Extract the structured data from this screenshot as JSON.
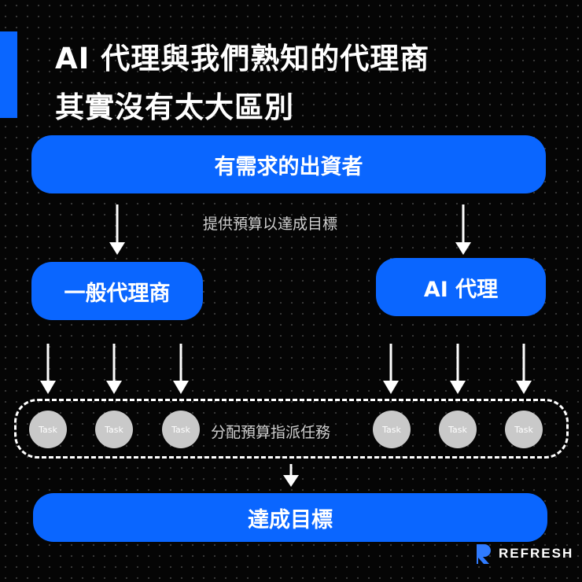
{
  "title": {
    "line1": "AI 代理與我們熟知的代理商",
    "line2": "其實沒有太大區別"
  },
  "nodes": {
    "funder": "有需求的出資者",
    "general_agency": "一般代理商",
    "ai_agent": "AI 代理",
    "goal": "達成目標"
  },
  "notes": {
    "provide_budget": "提供預算以達成目標",
    "assign_tasks": "分配預算指派任務"
  },
  "tasks": [
    "Task",
    "Task",
    "Task",
    "Task",
    "Task",
    "Task"
  ],
  "brand": {
    "name": "REFRESH"
  },
  "colors": {
    "accent": "#0a66ff",
    "background": "#050505",
    "task_circle": "#c9c9c9"
  }
}
